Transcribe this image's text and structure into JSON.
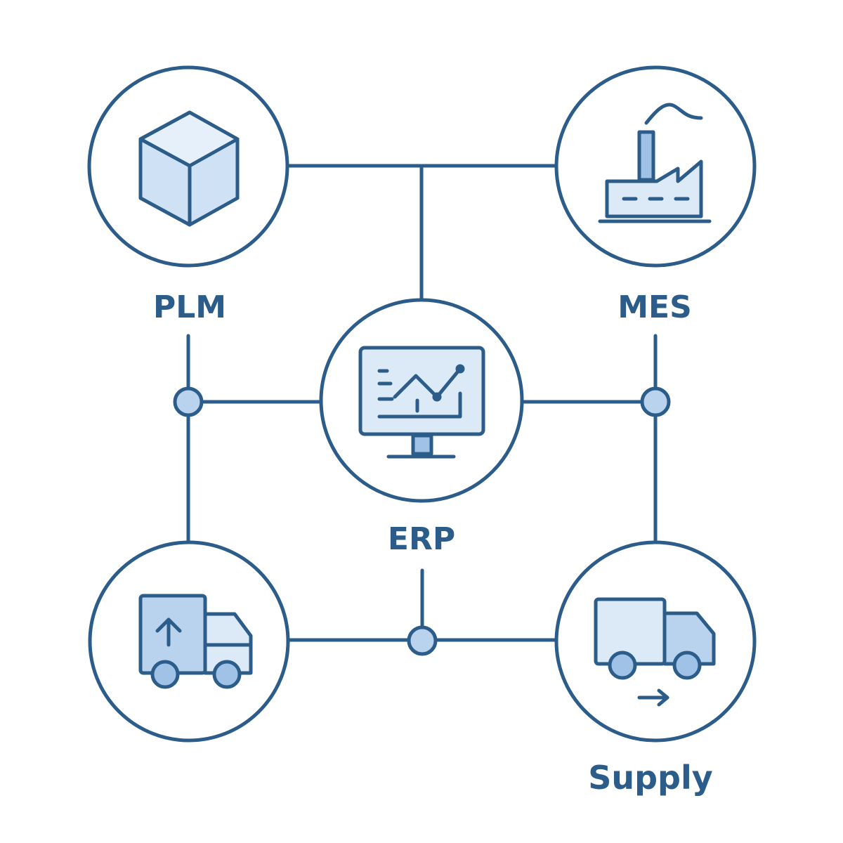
{
  "diagram": {
    "nodes": {
      "plm": {
        "label": "PLM",
        "icon": "cube-icon"
      },
      "mes": {
        "label": "MES",
        "icon": "factory-icon"
      },
      "erp": {
        "label": "ERP",
        "icon": "monitor-chart-icon"
      },
      "logistics": {
        "label": "",
        "icon": "truck-upload-icon"
      },
      "supply": {
        "label": "Supply",
        "icon": "delivery-truck-icon"
      }
    },
    "colors": {
      "stroke": "#2c5d8a",
      "fill_light": "#dce9f7",
      "fill_mid": "#b9d3ee",
      "background": "#ffffff"
    }
  }
}
